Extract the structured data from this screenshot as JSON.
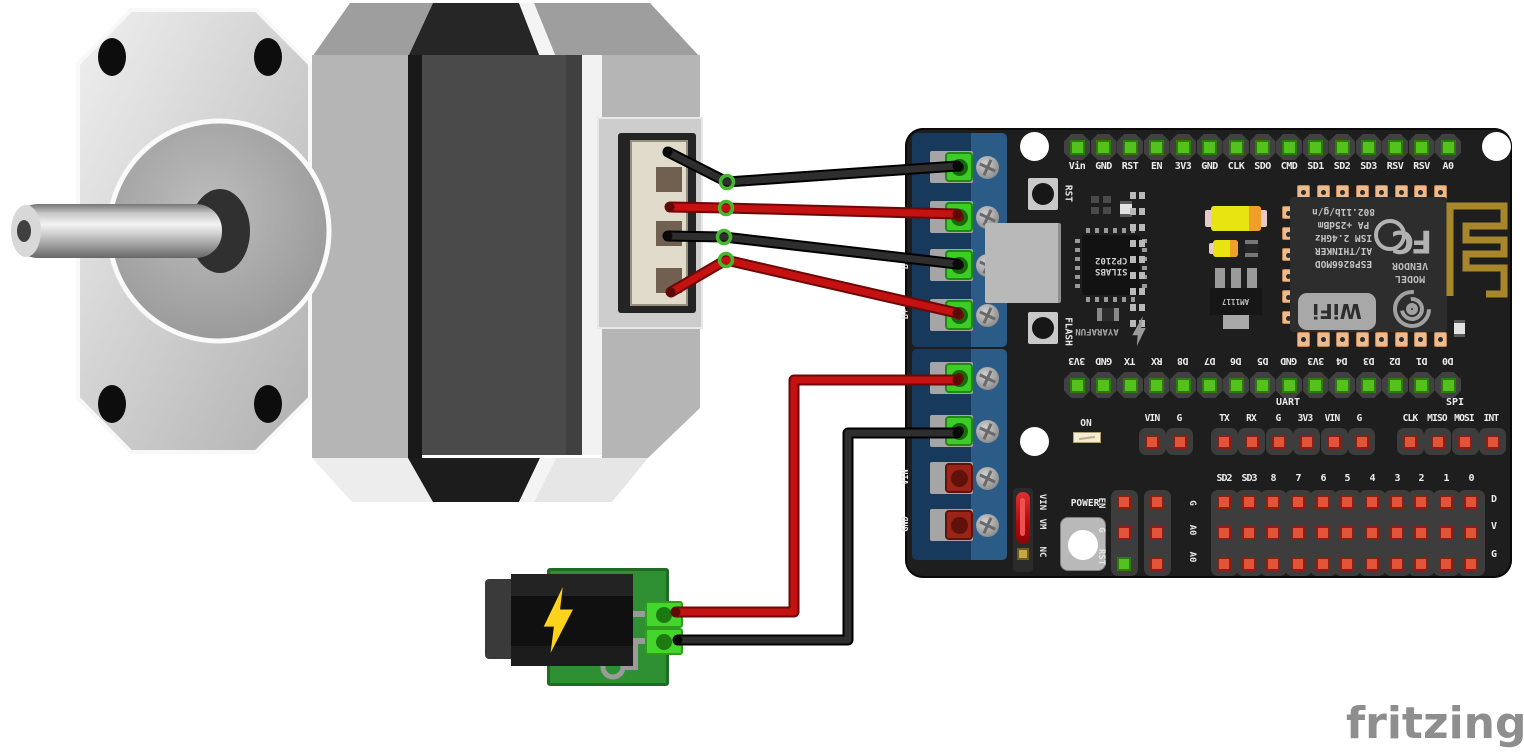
{
  "watermark": "fritzing",
  "colors": {
    "wire_red": "#c41111",
    "wire_red_dark": "#6e0808",
    "wire_black": "#2e2e2e",
    "wire_black_dark": "#000000",
    "board_black": "#1e1e1e",
    "terminal_blue_dark": "#17395c",
    "terminal_blue_light": "#2b5c88",
    "pin_green": "#54c11d",
    "pin_red": "#e2543a",
    "copper_pad": "#ecbb8f",
    "antenna_gold": "#a8862c",
    "pcb_green": "#2e8f33",
    "bolt_yellow": "#ffd21c",
    "clip_green": "#3ecb28",
    "watermark_gray": "#8e8e8e"
  },
  "board": {
    "top_pins": [
      "Vin",
      "GND",
      "RST",
      "EN",
      "3V3",
      "GND",
      "CLK",
      "SDO",
      "CMD",
      "SD1",
      "SD2",
      "SD3",
      "RSV",
      "RSV",
      "A0"
    ],
    "bottom_pins": [
      "3V3",
      "GND",
      "TX",
      "RX",
      "D8",
      "D7",
      "D6",
      "D5",
      "GND",
      "3V3",
      "D4",
      "D3",
      "D2",
      "D1",
      "D0"
    ],
    "rst_button": "RST",
    "flash_button": "FLASH",
    "power_button": "POWER",
    "on_label": "ON",
    "usb_chip": [
      "SILABS",
      "CP2102"
    ],
    "brand": "AYARAFUN",
    "regulator": "AM1117",
    "esp": {
      "module_lines": [
        "ESP8266MOD",
        "AI/THINKER",
        "ISM 2.4GHz",
        "PA +25dBm",
        "802.11b/g/n"
      ],
      "fcc": "FC",
      "vendor": "VENDOR",
      "model": "MODEL",
      "wifi": "WiFi"
    },
    "jumper_labels": [
      "VIN",
      "VM",
      "NC"
    ],
    "aux_left": [
      "EN",
      "G",
      "RST"
    ],
    "aux_right": [
      "G",
      "A0",
      "A0"
    ],
    "vin_g": [
      "VIN",
      "G"
    ],
    "uart_title": "UART",
    "uart_pins": [
      "TX",
      "RX",
      "G",
      "3V3",
      "VIN",
      "G"
    ],
    "spi_title": "SPI",
    "spi_pins": [
      "CLK",
      "MISO",
      "MOSI",
      "INT"
    ],
    "matrix_cols": [
      "SD2",
      "SD3",
      "8",
      "7",
      "6",
      "5",
      "4",
      "3",
      "2",
      "1",
      "0"
    ],
    "matrix_rows": [
      "D",
      "V",
      "G"
    ],
    "terminal_labels": [
      "",
      "",
      "B-",
      "B+",
      "",
      "G",
      "VIN",
      "GND"
    ]
  },
  "wires": [
    {
      "id": "motor-wire-1",
      "color": "black"
    },
    {
      "id": "motor-wire-2",
      "color": "red"
    },
    {
      "id": "motor-wire-3",
      "color": "black"
    },
    {
      "id": "motor-wire-4",
      "color": "red"
    },
    {
      "id": "power-wire-red",
      "color": "red"
    },
    {
      "id": "power-wire-black",
      "color": "black"
    }
  ]
}
